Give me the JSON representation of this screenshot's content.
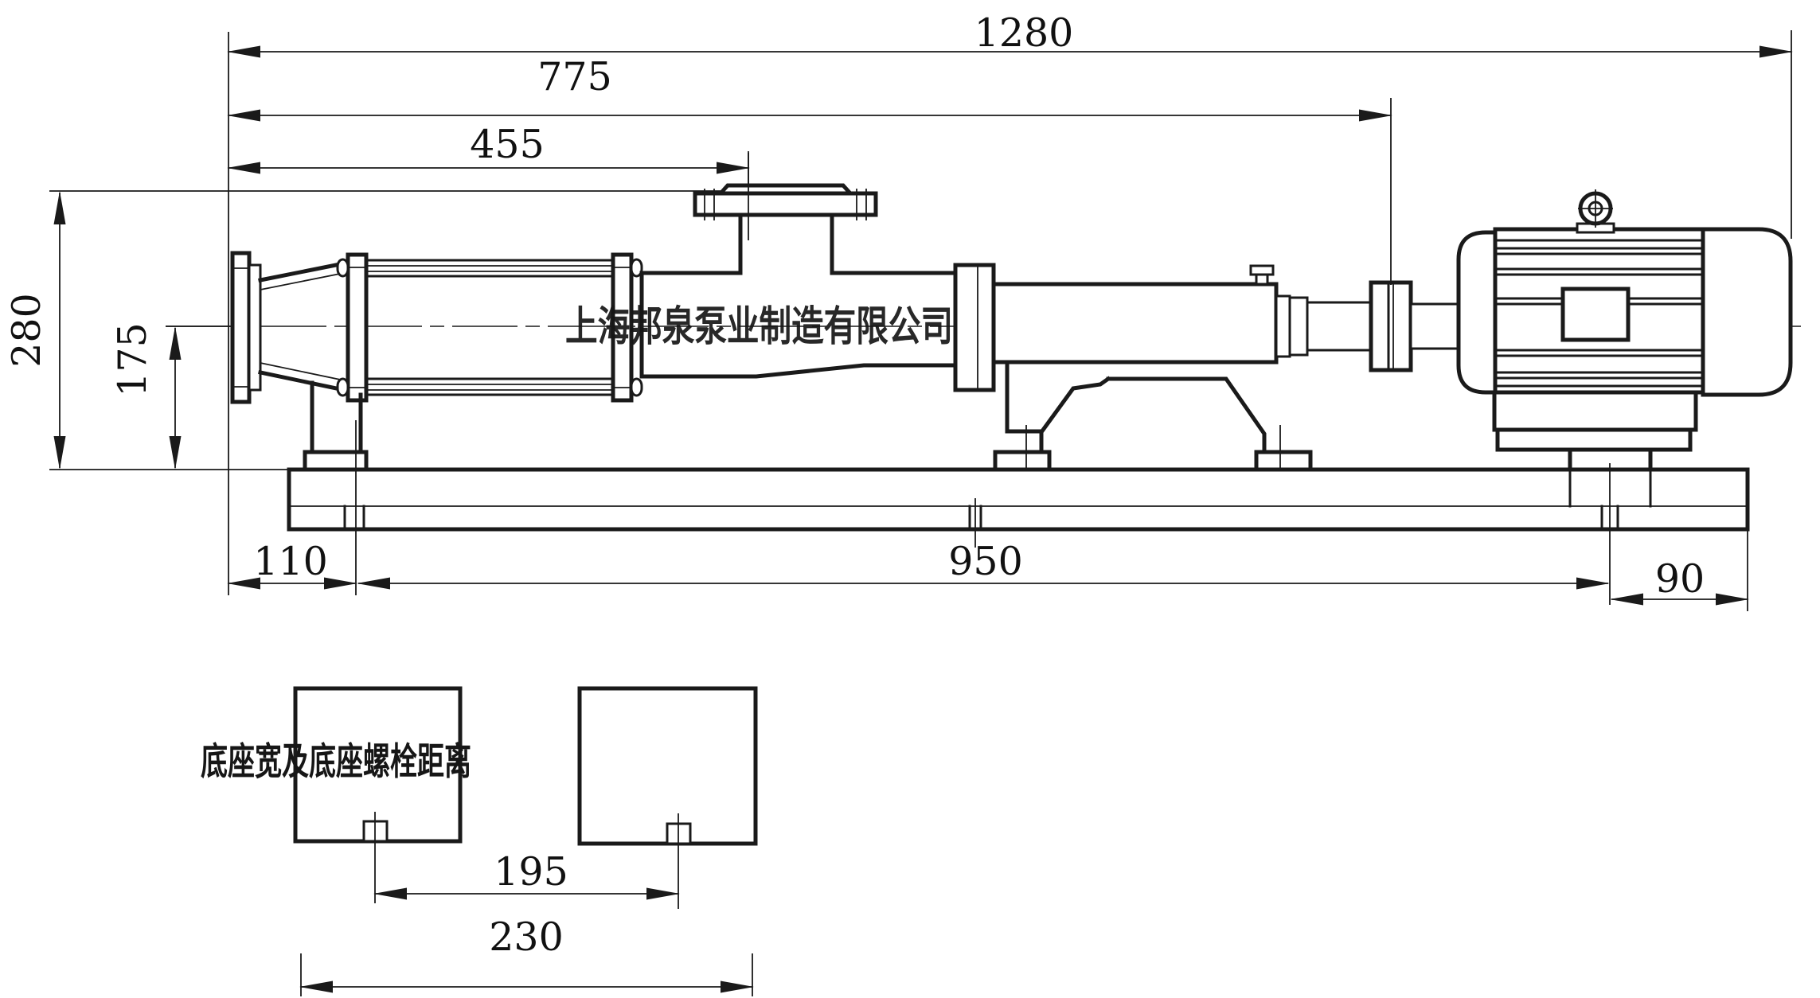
{
  "page": {
    "background": "#ffffff",
    "line_color": "#1a1a1a",
    "type": "pump-installation-dimension-drawing"
  },
  "labels": {
    "company_watermark": "上海邦泉泵业制造有限公司",
    "base_note": "底座宽及底座螺栓距离"
  },
  "dimensions": {
    "overall_length": "1280",
    "flange_to_coupling": "775",
    "flange_to_inlet_center": "455",
    "inlet_flange_height": "280",
    "centerline_height": "175",
    "flange_to_front_bolt": "110",
    "anchor_bolt_span": "950",
    "motor_bolt_to_base_end": "90",
    "base_bolt_spacing": "195",
    "base_width": "230"
  }
}
